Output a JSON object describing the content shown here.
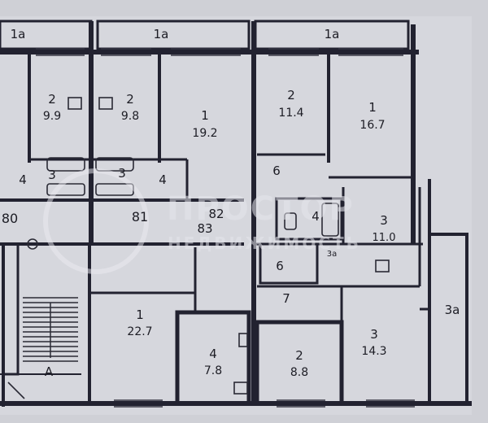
{
  "plan": {
    "balconies": [
      {
        "label": "1а"
      },
      {
        "label": "1а"
      },
      {
        "label": "1а"
      }
    ],
    "rooms": {
      "left_2": {
        "num": "2",
        "area": "9.9"
      },
      "mid_2": {
        "num": "2",
        "area": "9.8"
      },
      "mid_1": {
        "num": "1",
        "area": "19.2"
      },
      "right_2": {
        "num": "2",
        "area": "11.4"
      },
      "right_1": {
        "num": "1",
        "area": "16.7"
      },
      "left_3": {
        "num": "3"
      },
      "left_4": {
        "num": "4"
      },
      "mid_3": {
        "num": "3"
      },
      "mid_4": {
        "num": "4"
      },
      "right_6": {
        "num": "6"
      },
      "right_4": {
        "num": "4"
      },
      "right_3": {
        "num": "3",
        "area": "11.0"
      },
      "right_3a": {
        "num": "3а"
      },
      "right_5": {
        "num": "6"
      },
      "corridor_7": {
        "num": "7"
      },
      "bottom_1": {
        "num": "1",
        "area": "22.7"
      },
      "bottom_4": {
        "num": "4",
        "area": "7.8"
      },
      "bottom_2": {
        "num": "2",
        "area": "8.8"
      },
      "bottom_3": {
        "num": "3",
        "area": "14.3"
      },
      "bottom_3a": {
        "num": "3а"
      }
    },
    "apartments": [
      {
        "label": "80"
      },
      {
        "label": "81"
      },
      {
        "label": "82"
      },
      {
        "label": "83"
      }
    ],
    "stair_label": "А"
  },
  "watermark": {
    "line1": "ПРОСТОР",
    "line2": "НЕДВИЖИМОСТЬ"
  }
}
